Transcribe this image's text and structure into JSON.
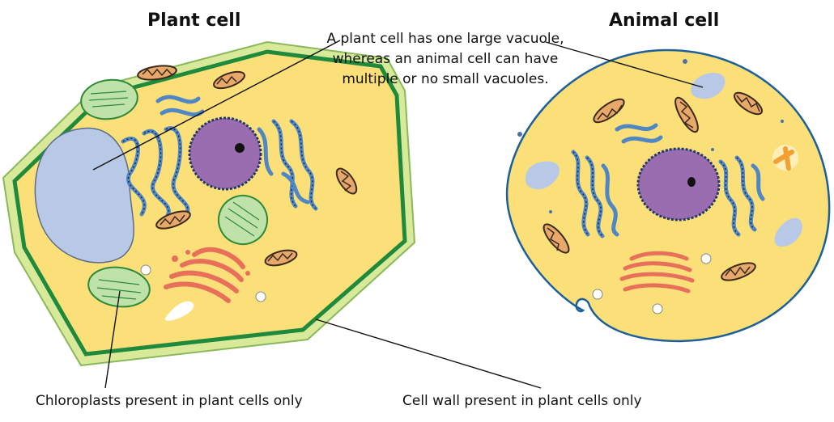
{
  "titles": {
    "plant": "Plant cell",
    "animal": "Animal cell"
  },
  "callouts": {
    "vacuole": "A plant cell has one large vacuole, whereas an animal cell can have multiple or no small vacuoles.",
    "chloroplasts": "Chloroplasts present in plant cells only",
    "cell_wall": "Cell wall present in plant cells only"
  },
  "colors": {
    "cytoplasm": "#fbdf79",
    "cell_wall": "#d8e99a",
    "plant_membrane": "#1f8a3b",
    "animal_membrane": "#1d5f9a",
    "nucleus": "#9a6db0",
    "vacuole": "#b7c9e6",
    "chloroplast": "#bfe2a8",
    "mitochondrion": "#e7a86a",
    "er": "#4f86c4",
    "golgi": "#e8705a",
    "centrosome": "#f2a033"
  }
}
